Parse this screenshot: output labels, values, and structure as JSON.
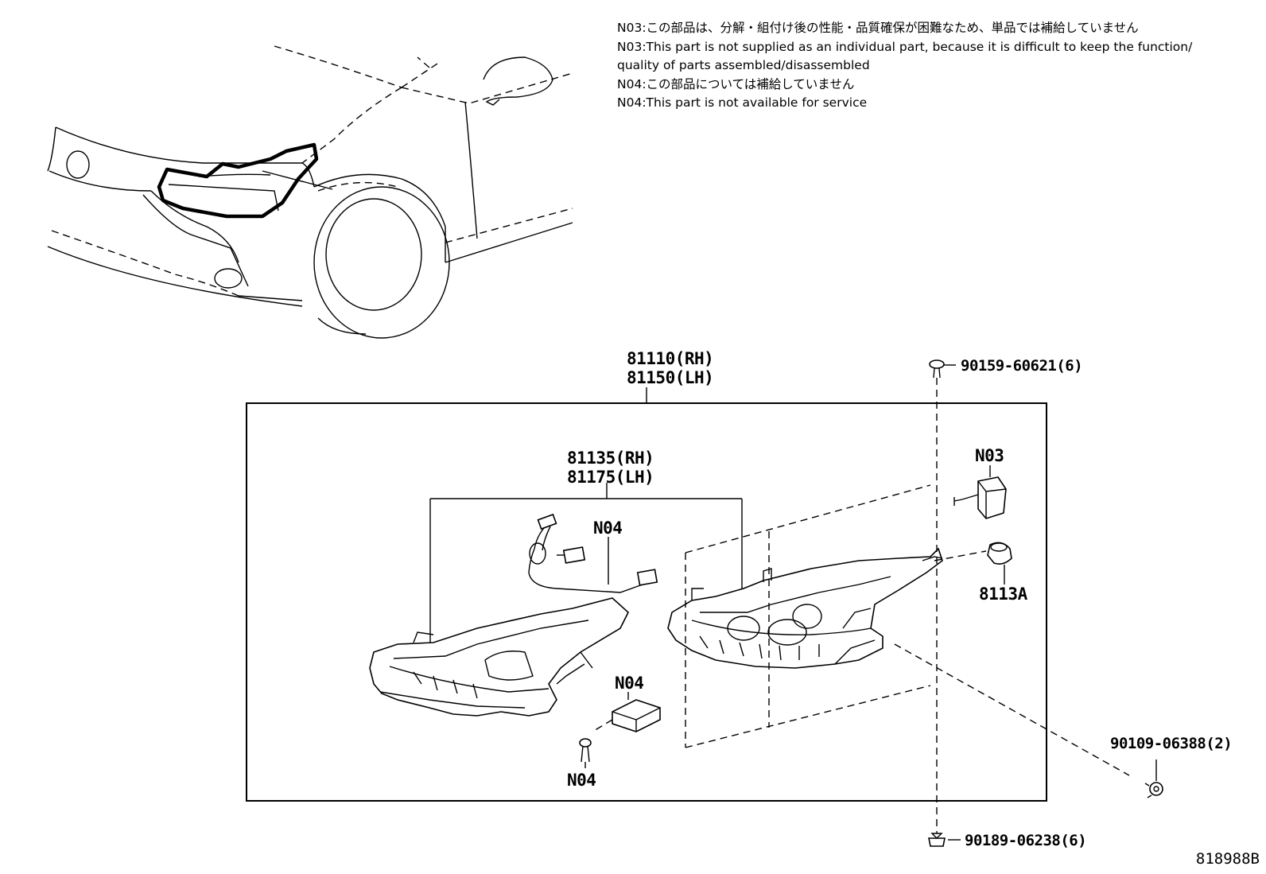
{
  "notes": [
    "N03:この部品は、分解・組付け後の性能・品質確保が困難なため、単品では補給していません",
    "N03:This part is not supplied as an individual part, because it is difficult to keep the function/",
    "quality of parts assembled/disassembled",
    "N04:この部品については補給していません",
    "N04:This part is not available for service"
  ],
  "parts": {
    "assy_rh": "81110(RH)",
    "assy_lh": "81150(LH)",
    "unit_rh": "81135(RH)",
    "unit_lh": "81175(LH)",
    "n04_harness": "N04",
    "n04_module": "N04",
    "n04_screw": "N04",
    "n03_actuator": "N03",
    "socket": "8113A",
    "screw_top": "90159-60621(6)",
    "screw_side": "90109-06388(2)",
    "screw_bottom": "90189-06238(6)"
  },
  "illustration_id": "818988B",
  "icons": [
    "car-front-view-icon",
    "headlamp-assembly-icon",
    "headlamp-unit-icon",
    "wire-harness-icon",
    "control-module-icon",
    "screw-icon",
    "clip-icon",
    "actuator-icon",
    "bulb-socket-icon"
  ]
}
